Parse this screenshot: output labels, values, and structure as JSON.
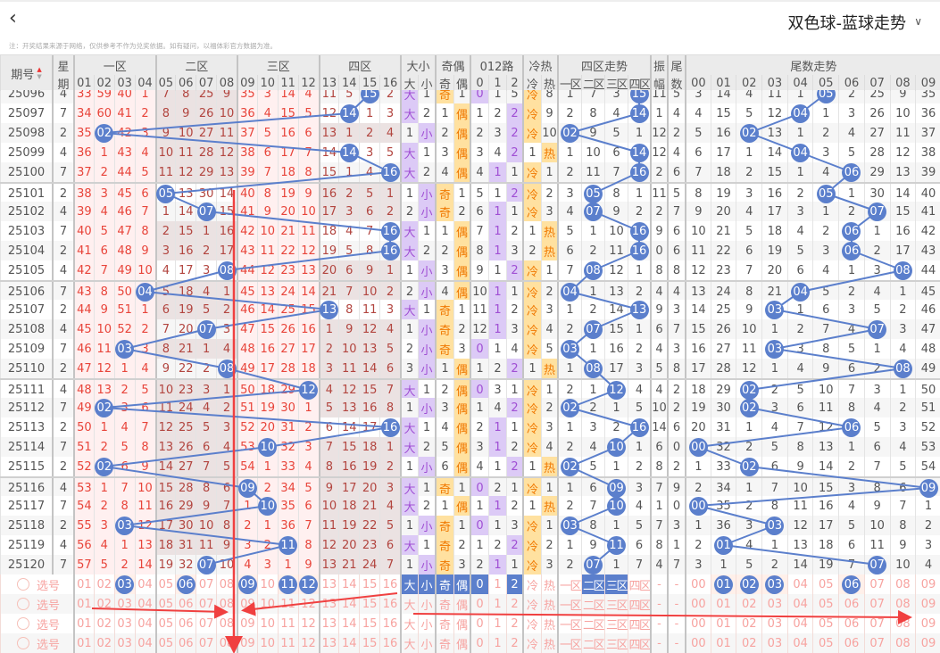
{
  "header": {
    "back_icon": "chevron-left-icon",
    "title": "双色球-蓝球走势",
    "dropdown_icon": "chevron-down-icon",
    "note": "注：开奖结果来源于网络，仅供参考不作为兑奖依据。如有疑问，以福体彩官方数据为准。"
  },
  "table": {
    "period_label": "期号",
    "week_top": "星",
    "week_bottom": "期",
    "amp_top": "振",
    "amp_bottom": "幅",
    "tailcol_top": "尾",
    "tailcol_bottom": "数",
    "groups": [
      "一区",
      "二区",
      "三区",
      "四区",
      "大小",
      "奇偶",
      "012路",
      "冷热",
      "四区走势",
      "尾数走势"
    ],
    "sub_labels": [
      "01",
      "02",
      "03",
      "04",
      "05",
      "06",
      "07",
      "08",
      "09",
      "10",
      "11",
      "12",
      "13",
      "14",
      "15",
      "16",
      "大",
      "小",
      "奇",
      "偶",
      "0",
      "1",
      "2",
      "冷",
      "热",
      "一区",
      "二区",
      "三区",
      "四区"
    ],
    "tail_labels": [
      "00",
      "01",
      "02",
      "03",
      "04",
      "05",
      "06",
      "07",
      "08",
      "09"
    ]
  },
  "colors": {
    "ball": "#5b7fcc",
    "line": "#5b7fcc",
    "annotation": "#f04040"
  },
  "rows": [
    {
      "period": "25096",
      "week": "4",
      "blue": 15,
      "cells": [
        "33",
        "59",
        "40",
        "1",
        "7",
        "8",
        "25",
        "9",
        "35",
        "3",
        "14",
        "4",
        "11",
        "5",
        "15",
        "2",
        "大",
        "1",
        "奇",
        "1",
        "0",
        "1",
        "5",
        "冷",
        "8",
        "1",
        "7",
        "3",
        "15",
        "11",
        "5",
        "3",
        "14",
        "4",
        "11",
        "1",
        "05",
        "2",
        "25",
        "9",
        "35"
      ]
    },
    {
      "period": "25097",
      "week": "7",
      "blue": 14,
      "cells": [
        "34",
        "60",
        "41",
        "2",
        "8",
        "9",
        "26",
        "10",
        "36",
        "4",
        "15",
        "5",
        "12",
        "14",
        "1",
        "3",
        "大",
        "2",
        "1",
        "偶",
        "1",
        "2",
        "2",
        "冷",
        "9",
        "2",
        "8",
        "4",
        "14",
        "1",
        "4",
        "4",
        "15",
        "5",
        "12",
        "04",
        "1",
        "3",
        "26",
        "10",
        "36"
      ]
    },
    {
      "period": "25098",
      "week": "2",
      "blue": 2,
      "cells": [
        "35",
        "02",
        "42",
        "3",
        "9",
        "10",
        "27",
        "11",
        "37",
        "5",
        "16",
        "6",
        "13",
        "1",
        "2",
        "4",
        "1",
        "小",
        "2",
        "偶",
        "2",
        "3",
        "2",
        "冷",
        "10",
        "02",
        "9",
        "5",
        "1",
        "12",
        "2",
        "5",
        "16",
        "02",
        "13",
        "1",
        "2",
        "4",
        "27",
        "11",
        "37"
      ]
    },
    {
      "period": "25099",
      "week": "4",
      "blue": 14,
      "cells": [
        "36",
        "1",
        "43",
        "4",
        "10",
        "11",
        "28",
        "12",
        "38",
        "6",
        "17",
        "7",
        "14",
        "14",
        "3",
        "5",
        "大",
        "1",
        "3",
        "偶",
        "3",
        "4",
        "2",
        "1",
        "热",
        "1",
        "10",
        "6",
        "14",
        "12",
        "4",
        "6",
        "17",
        "1",
        "14",
        "04",
        "3",
        "5",
        "28",
        "12",
        "38"
      ]
    },
    {
      "period": "25100",
      "week": "7",
      "blue": 16,
      "cells": [
        "37",
        "2",
        "44",
        "5",
        "11",
        "12",
        "29",
        "13",
        "39",
        "7",
        "18",
        "8",
        "15",
        "1",
        "4",
        "16",
        "大",
        "2",
        "4",
        "偶",
        "4",
        "1",
        "1",
        "冷",
        "1",
        "2",
        "11",
        "7",
        "16",
        "2",
        "6",
        "7",
        "18",
        "2",
        "15",
        "1",
        "4",
        "06",
        "29",
        "13",
        "39"
      ]
    },
    {
      "period": "25101",
      "week": "2",
      "blue": 5,
      "cells": [
        "38",
        "3",
        "45",
        "6",
        "05",
        "13",
        "30",
        "14",
        "40",
        "8",
        "19",
        "9",
        "16",
        "2",
        "5",
        "1",
        "1",
        "小",
        "奇",
        "1",
        "5",
        "1",
        "2",
        "冷",
        "2",
        "3",
        "05",
        "8",
        "1",
        "11",
        "5",
        "8",
        "19",
        "3",
        "16",
        "2",
        "05",
        "1",
        "30",
        "14",
        "40"
      ]
    },
    {
      "period": "25102",
      "week": "4",
      "blue": 7,
      "cells": [
        "39",
        "4",
        "46",
        "7",
        "1",
        "14",
        "07",
        "15",
        "41",
        "9",
        "20",
        "10",
        "17",
        "3",
        "6",
        "2",
        "2",
        "小",
        "奇",
        "2",
        "6",
        "1",
        "1",
        "冷",
        "3",
        "4",
        "07",
        "9",
        "2",
        "2",
        "7",
        "9",
        "20",
        "4",
        "17",
        "3",
        "1",
        "2",
        "07",
        "15",
        "41"
      ]
    },
    {
      "period": "25103",
      "week": "7",
      "blue": 16,
      "cells": [
        "40",
        "5",
        "47",
        "8",
        "2",
        "15",
        "1",
        "16",
        "42",
        "10",
        "21",
        "11",
        "18",
        "4",
        "7",
        "16",
        "大",
        "1",
        "1",
        "偶",
        "7",
        "1",
        "2",
        "1",
        "热",
        "5",
        "1",
        "10",
        "16",
        "9",
        "6",
        "10",
        "21",
        "5",
        "18",
        "4",
        "2",
        "06",
        "1",
        "16",
        "42"
      ]
    },
    {
      "period": "25104",
      "week": "2",
      "blue": 16,
      "cells": [
        "41",
        "6",
        "48",
        "9",
        "3",
        "16",
        "2",
        "17",
        "43",
        "11",
        "22",
        "12",
        "19",
        "5",
        "8",
        "16",
        "大",
        "2",
        "2",
        "偶",
        "8",
        "1",
        "3",
        "2",
        "热",
        "6",
        "2",
        "11",
        "16",
        "0",
        "6",
        "11",
        "22",
        "6",
        "19",
        "5",
        "3",
        "06",
        "2",
        "17",
        "43"
      ]
    },
    {
      "period": "25105",
      "week": "4",
      "blue": 8,
      "cells": [
        "42",
        "7",
        "49",
        "10",
        "4",
        "17",
        "3",
        "08",
        "44",
        "12",
        "23",
        "13",
        "20",
        "6",
        "9",
        "1",
        "1",
        "小",
        "3",
        "偶",
        "9",
        "1",
        "2",
        "冷",
        "1",
        "7",
        "08",
        "12",
        "1",
        "8",
        "8",
        "12",
        "23",
        "7",
        "20",
        "6",
        "4",
        "1",
        "3",
        "08",
        "44"
      ]
    },
    {
      "period": "25106",
      "week": "7",
      "blue": 4,
      "cells": [
        "43",
        "8",
        "50",
        "04",
        "5",
        "18",
        "4",
        "1",
        "45",
        "13",
        "24",
        "14",
        "21",
        "7",
        "10",
        "2",
        "2",
        "小",
        "4",
        "偶",
        "10",
        "1",
        "1",
        "冷",
        "2",
        "04",
        "1",
        "13",
        "2",
        "4",
        "4",
        "13",
        "24",
        "8",
        "21",
        "04",
        "5",
        "2",
        "4",
        "1",
        "45"
      ]
    },
    {
      "period": "25107",
      "week": "2",
      "blue": 13,
      "cells": [
        "44",
        "9",
        "51",
        "1",
        "6",
        "19",
        "5",
        "2",
        "46",
        "14",
        "25",
        "15",
        "13",
        "8",
        "11",
        "3",
        "大",
        "1",
        "奇",
        "1",
        "11",
        "1",
        "2",
        "冷",
        "3",
        "1",
        "2",
        "14",
        "13",
        "9",
        "3",
        "14",
        "25",
        "9",
        "03",
        "1",
        "6",
        "3",
        "5",
        "2",
        "46"
      ]
    },
    {
      "period": "25108",
      "week": "4",
      "blue": 7,
      "cells": [
        "45",
        "10",
        "52",
        "2",
        "7",
        "20",
        "07",
        "3",
        "47",
        "15",
        "26",
        "16",
        "1",
        "9",
        "12",
        "4",
        "1",
        "小",
        "奇",
        "2",
        "12",
        "1",
        "3",
        "冷",
        "4",
        "2",
        "07",
        "15",
        "1",
        "6",
        "7",
        "15",
        "26",
        "10",
        "1",
        "2",
        "7",
        "4",
        "07",
        "3",
        "47"
      ]
    },
    {
      "period": "25109",
      "week": "7",
      "blue": 3,
      "cells": [
        "46",
        "11",
        "03",
        "3",
        "8",
        "21",
        "1",
        "4",
        "48",
        "16",
        "27",
        "17",
        "2",
        "10",
        "13",
        "5",
        "2",
        "小",
        "奇",
        "3",
        "0",
        "1",
        "4",
        "冷",
        "5",
        "03",
        "1",
        "16",
        "2",
        "4",
        "3",
        "16",
        "27",
        "11",
        "03",
        "3",
        "8",
        "5",
        "1",
        "4",
        "48"
      ]
    },
    {
      "period": "25110",
      "week": "2",
      "blue": 8,
      "cells": [
        "47",
        "12",
        "1",
        "4",
        "9",
        "22",
        "2",
        "08",
        "49",
        "17",
        "28",
        "18",
        "3",
        "11",
        "14",
        "6",
        "3",
        "小",
        "1",
        "偶",
        "1",
        "2",
        "2",
        "1",
        "热",
        "1",
        "08",
        "17",
        "3",
        "5",
        "8",
        "17",
        "28",
        "12",
        "1",
        "4",
        "9",
        "6",
        "2",
        "08",
        "49"
      ]
    },
    {
      "period": "25111",
      "week": "4",
      "blue": 12,
      "cells": [
        "48",
        "13",
        "2",
        "5",
        "10",
        "23",
        "3",
        "1",
        "50",
        "18",
        "29",
        "12",
        "4",
        "12",
        "15",
        "7",
        "大",
        "1",
        "2",
        "偶",
        "0",
        "3",
        "1",
        "冷",
        "1",
        "2",
        "1",
        "12",
        "4",
        "4",
        "2",
        "18",
        "29",
        "02",
        "2",
        "5",
        "10",
        "7",
        "3",
        "1",
        "50"
      ]
    },
    {
      "period": "25112",
      "week": "7",
      "blue": 2,
      "cells": [
        "49",
        "02",
        "3",
        "6",
        "11",
        "24",
        "4",
        "2",
        "51",
        "19",
        "30",
        "1",
        "5",
        "13",
        "16",
        "8",
        "1",
        "小",
        "3",
        "偶",
        "1",
        "4",
        "2",
        "冷",
        "2",
        "02",
        "2",
        "1",
        "5",
        "10",
        "2",
        "19",
        "30",
        "02",
        "3",
        "6",
        "11",
        "8",
        "4",
        "2",
        "51"
      ]
    },
    {
      "period": "25113",
      "week": "2",
      "blue": 16,
      "cells": [
        "50",
        "1",
        "4",
        "7",
        "12",
        "25",
        "5",
        "3",
        "52",
        "20",
        "31",
        "2",
        "6",
        "14",
        "17",
        "16",
        "大",
        "1",
        "4",
        "偶",
        "2",
        "1",
        "1",
        "冷",
        "3",
        "1",
        "3",
        "2",
        "16",
        "14",
        "6",
        "20",
        "31",
        "1",
        "4",
        "7",
        "12",
        "06",
        "5",
        "3",
        "52"
      ]
    },
    {
      "period": "25114",
      "week": "7",
      "blue": 10,
      "cells": [
        "51",
        "2",
        "5",
        "8",
        "13",
        "26",
        "6",
        "4",
        "53",
        "10",
        "32",
        "3",
        "7",
        "15",
        "18",
        "1",
        "大",
        "2",
        "5",
        "偶",
        "3",
        "1",
        "2",
        "冷",
        "4",
        "2",
        "4",
        "10",
        "1",
        "6",
        "0",
        "00",
        "32",
        "2",
        "5",
        "8",
        "13",
        "1",
        "6",
        "4",
        "53"
      ]
    },
    {
      "period": "25115",
      "week": "2",
      "blue": 2,
      "cells": [
        "52",
        "02",
        "6",
        "9",
        "14",
        "27",
        "7",
        "5",
        "54",
        "1",
        "33",
        "4",
        "8",
        "16",
        "19",
        "2",
        "1",
        "小",
        "6",
        "偶",
        "4",
        "1",
        "2",
        "1",
        "热",
        "02",
        "5",
        "1",
        "2",
        "8",
        "2",
        "1",
        "33",
        "02",
        "6",
        "9",
        "14",
        "2",
        "7",
        "5",
        "54"
      ]
    },
    {
      "period": "25116",
      "week": "4",
      "blue": 9,
      "cells": [
        "53",
        "1",
        "7",
        "10",
        "15",
        "28",
        "8",
        "6",
        "09",
        "2",
        "34",
        "5",
        "9",
        "17",
        "20",
        "3",
        "大",
        "1",
        "奇",
        "1",
        "0",
        "2",
        "1",
        "冷",
        "1",
        "1",
        "6",
        "09",
        "3",
        "7",
        "9",
        "2",
        "34",
        "1",
        "7",
        "10",
        "15",
        "3",
        "8",
        "6",
        "09"
      ]
    },
    {
      "period": "25117",
      "week": "7",
      "blue": 10,
      "cells": [
        "54",
        "2",
        "8",
        "11",
        "16",
        "29",
        "9",
        "7",
        "1",
        "10",
        "35",
        "6",
        "10",
        "18",
        "21",
        "4",
        "大",
        "2",
        "1",
        "偶",
        "1",
        "1",
        "2",
        "1",
        "热",
        "2",
        "7",
        "10",
        "4",
        "1",
        "0",
        "00",
        "35",
        "2",
        "8",
        "11",
        "16",
        "4",
        "9",
        "7",
        "1"
      ]
    },
    {
      "period": "25118",
      "week": "2",
      "blue": 3,
      "cells": [
        "55",
        "3",
        "03",
        "12",
        "17",
        "30",
        "10",
        "8",
        "2",
        "1",
        "36",
        "7",
        "11",
        "19",
        "22",
        "5",
        "1",
        "小",
        "奇",
        "1",
        "0",
        "1",
        "3",
        "冷",
        "1",
        "03",
        "8",
        "1",
        "5",
        "7",
        "3",
        "1",
        "36",
        "3",
        "03",
        "12",
        "17",
        "5",
        "10",
        "8",
        "2"
      ]
    },
    {
      "period": "25119",
      "week": "4",
      "blue": 11,
      "cells": [
        "56",
        "4",
        "1",
        "13",
        "18",
        "31",
        "11",
        "9",
        "3",
        "2",
        "11",
        "8",
        "12",
        "20",
        "23",
        "6",
        "大",
        "1",
        "奇",
        "2",
        "1",
        "2",
        "2",
        "冷",
        "2",
        "1",
        "9",
        "11",
        "6",
        "8",
        "1",
        "2",
        "01",
        "4",
        "1",
        "13",
        "18",
        "6",
        "11",
        "9",
        "3"
      ]
    },
    {
      "period": "25120",
      "week": "7",
      "blue": 7,
      "cells": [
        "57",
        "5",
        "2",
        "14",
        "19",
        "32",
        "07",
        "10",
        "4",
        "3",
        "1",
        "9",
        "13",
        "21",
        "24",
        "7",
        "1",
        "小",
        "奇",
        "3",
        "2",
        "1",
        "1",
        "冷",
        "3",
        "2",
        "07",
        "1",
        "7",
        "4",
        "7",
        "3",
        "1",
        "5",
        "2",
        "14",
        "19",
        "7",
        "07",
        "10",
        "4"
      ]
    }
  ],
  "select_rows": {
    "label": "选号",
    "cells": [
      "01",
      "02",
      "03",
      "04",
      "05",
      "06",
      "07",
      "08",
      "09",
      "10",
      "11",
      "12",
      "13",
      "14",
      "15",
      "16",
      "大",
      "小",
      "奇",
      "偶",
      "0",
      "1",
      "2",
      "冷",
      "热",
      "一区",
      "二区",
      "三区",
      "四区",
      "-",
      "-",
      "00",
      "01",
      "02",
      "03",
      "04",
      "05",
      "06",
      "07",
      "08",
      "09"
    ],
    "selected_first_row": [
      "03",
      "06",
      "09",
      "11",
      "12",
      "大",
      "小",
      "奇",
      "偶",
      "0",
      "2",
      "二区",
      "三区",
      "t01",
      "t02",
      "t03",
      "t06"
    ]
  }
}
